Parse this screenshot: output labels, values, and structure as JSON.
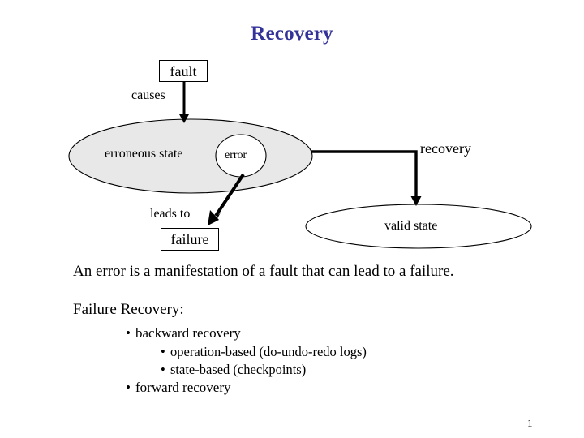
{
  "slide": {
    "title": "Recovery",
    "title_color": "#333399",
    "page_number": "1"
  },
  "diagram": {
    "fault_box": "fault",
    "causes_label": "causes",
    "erroneous_state": "erroneous state",
    "error": "error",
    "leads_to_label": "leads to",
    "failure_box": "failure",
    "recovery_label": "recovery",
    "valid_state": "valid state",
    "erroneous_fill": "#e8e8e8",
    "stroke": "#000000"
  },
  "body": {
    "sentence": "An error is a manifestation of a fault that can lead to a failure.",
    "heading": "Failure Recovery:",
    "bullets": [
      {
        "text": "backward recovery",
        "level": 1,
        "marker": "•"
      },
      {
        "text": "operation-based (do-undo-redo logs)",
        "level": 2,
        "marker": "•"
      },
      {
        "text": "state-based (checkpoints)",
        "level": 2,
        "marker": "•"
      },
      {
        "text": "forward recovery",
        "level": 1,
        "marker": "•"
      }
    ]
  }
}
